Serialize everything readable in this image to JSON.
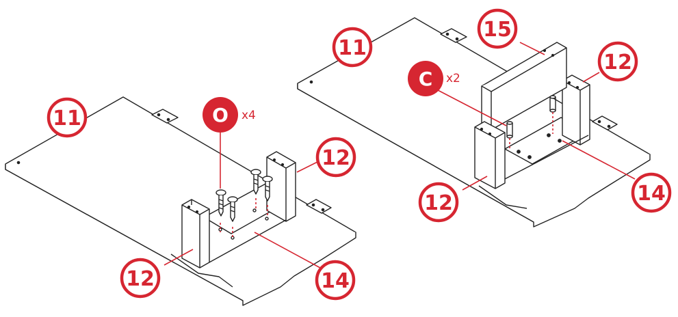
{
  "colors": {
    "accent": "#d62631",
    "line": "#222222",
    "fill": "#ffffff"
  },
  "panel_left": {
    "callouts": {
      "part_11": "11",
      "part_12_top": "12",
      "part_12_bottom": "12",
      "part_14": "14"
    },
    "badge": {
      "letter": "O",
      "qty": "x4"
    }
  },
  "panel_right": {
    "callouts": {
      "part_11": "11",
      "part_15": "15",
      "part_12_top": "12",
      "part_12_bottom": "12",
      "part_14": "14"
    },
    "badge": {
      "letter": "C",
      "qty": "x2"
    }
  }
}
